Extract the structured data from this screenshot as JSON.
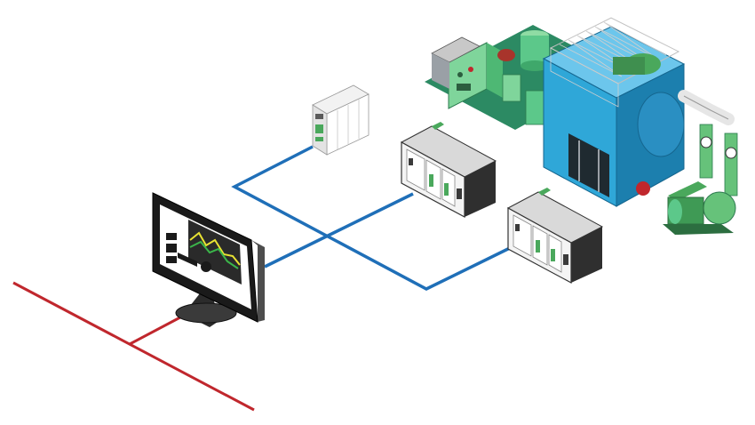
{
  "colors": {
    "background": "#ffffff",
    "network_link": "#1f6fb8",
    "fieldbus_line": "#c0272d",
    "equipment_body": "#2fa7d8",
    "equipment_dark": "#1c7fae",
    "panel_green": "#5cc88a",
    "pipe_green": "#66c27a",
    "monitor_bezel": "#1a1a1a",
    "plot_green": "#3bb54a",
    "plot_yellow": "#e8e233"
  },
  "nodes": [
    {
      "id": "operator-monitor",
      "icon": "monitor-trend-display-icon"
    },
    {
      "id": "server-unit",
      "icon": "server-box-icon"
    },
    {
      "id": "controller-upper",
      "icon": "controller-module-icon"
    },
    {
      "id": "controller-lower",
      "icon": "controller-module-icon"
    },
    {
      "id": "process-plant",
      "icon": "compressor-plant-icon"
    },
    {
      "id": "pump-assembly",
      "icon": "pump-icon"
    }
  ],
  "links": [
    {
      "from": "server-unit",
      "to": "controller-lower",
      "kind": "ethernet"
    },
    {
      "from": "operator-monitor",
      "to": "controller-upper",
      "kind": "ethernet"
    },
    {
      "from": "operator-monitor",
      "to": "fieldbus-backbone",
      "kind": "fieldbus"
    }
  ]
}
